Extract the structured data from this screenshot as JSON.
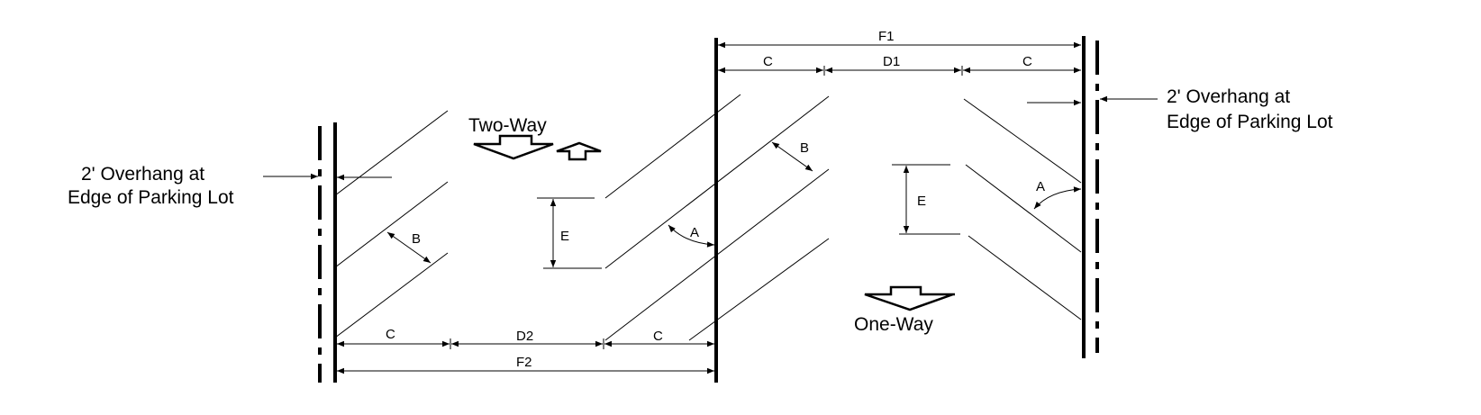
{
  "labels": {
    "overhang_left_line1": "2' Overhang at",
    "overhang_left_line2": "Edge of Parking Lot",
    "overhang_right_line1": "2' Overhang at",
    "overhang_right_line2": "Edge of Parking Lot",
    "two_way": "Two-Way",
    "one_way": "One-Way"
  },
  "dimensions": {
    "A": "A",
    "B": "B",
    "C": "C",
    "D1": "D1",
    "D2": "D2",
    "E": "E",
    "F1": "F1",
    "F2": "F2"
  }
}
